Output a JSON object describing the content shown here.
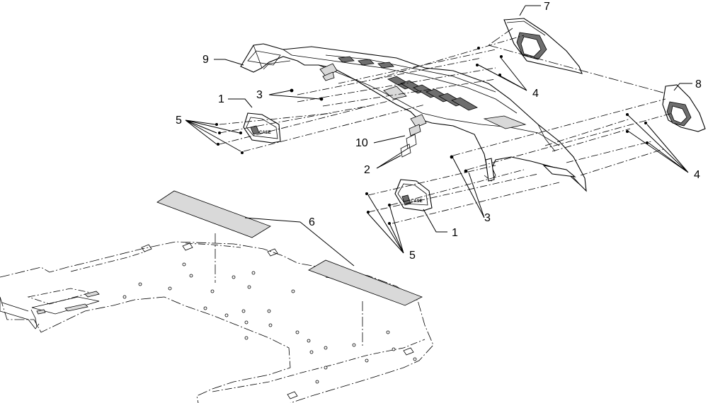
{
  "callouts": {
    "c1a": "1",
    "c1b": "1",
    "c2": "2",
    "c3a": "3",
    "c3b": "3",
    "c4a": "4",
    "c4b": "4",
    "c5a": "5",
    "c5b": "5",
    "c6": "6",
    "c7": "7",
    "c8": "8",
    "c9": "9",
    "c10": "10"
  },
  "lamp_logo": "CASE"
}
